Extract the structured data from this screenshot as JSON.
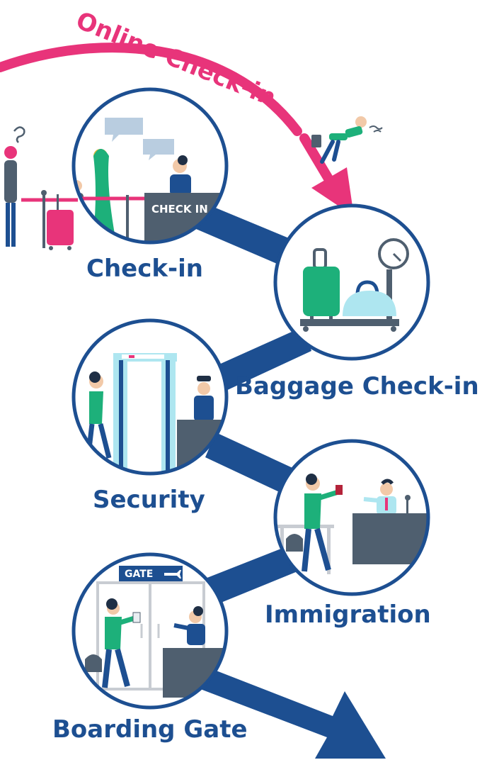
{
  "online_checkin": {
    "label": "Online Check-in",
    "color": "#e8347a"
  },
  "colors": {
    "route": "#1d4f91",
    "ring": "#1d4f91",
    "green": "#1db07a",
    "pink": "#e8347a",
    "desk": "#4f5f6f"
  },
  "steps": [
    {
      "label": "Check-in",
      "sign": "CHECK IN"
    },
    {
      "label": "Baggage Check-in"
    },
    {
      "label": "Security"
    },
    {
      "label": "Immigration"
    },
    {
      "label": "Boarding Gate",
      "sign": "GATE"
    }
  ]
}
